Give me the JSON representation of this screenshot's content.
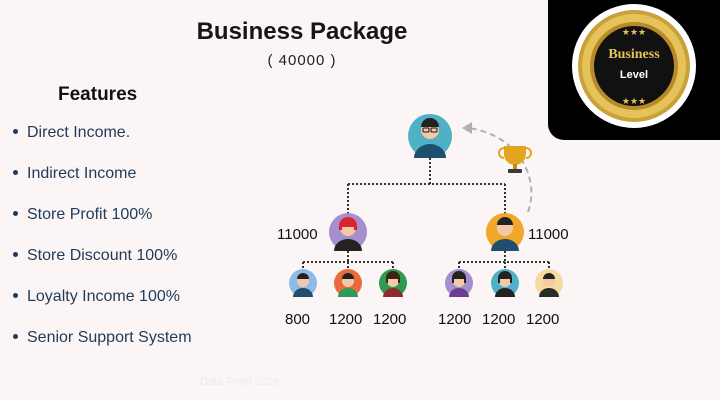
{
  "header": {
    "title": "Business Package",
    "price": "( 40000 )"
  },
  "features": {
    "title": "Features",
    "items": [
      "Direct Income.",
      "Indirect Income",
      "Store Profit 100%",
      "Store Discount 100%",
      "Loyalty Income 100%",
      "Senior Support System"
    ]
  },
  "badge": {
    "line1": "Business",
    "line2": "Level",
    "colors": {
      "gold": "#c9a13a",
      "bg": "#000000"
    }
  },
  "tree": {
    "left_parent_value": "11000",
    "right_parent_value": "11000",
    "left_children_values": [
      "800",
      "1200",
      "1200"
    ],
    "right_children_values": [
      "1200",
      "1200",
      "1200"
    ],
    "icons": [
      "trophy-icon",
      "person-avatar-icon"
    ]
  },
  "footer_text": "Data From 2026"
}
